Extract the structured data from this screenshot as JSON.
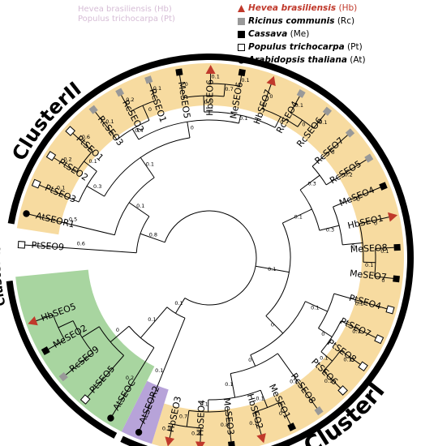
{
  "legend": [
    {
      "species": "Hevea brasiliensis",
      "abbr": "(Hb)",
      "marker": "triangle-icon",
      "color": "#c0392b"
    },
    {
      "species": "Ricinus communis",
      "abbr": "(Rc)",
      "marker": "gray-square-icon",
      "color": "#999999"
    },
    {
      "species": "Cassava",
      "abbr": "(Me)",
      "marker": "black-square-icon",
      "color": "#000000"
    },
    {
      "species": "Populus trichocarpa",
      "abbr": "(Pt)",
      "marker": "open-square-icon",
      "color": "#ffffff"
    },
    {
      "species": "Arabidopsis thaliana",
      "abbr": "(At)",
      "marker": "circle-icon",
      "color": "#000000"
    }
  ],
  "faded_header": [
    "Hevea brasiliensis (Hb)",
    "Populus trichocarpa (Pt)"
  ],
  "clusters": [
    {
      "name": "ClusterI",
      "color": "#f7dba0"
    },
    {
      "name": "ClusterII",
      "color": "#a8d5a0"
    },
    {
      "name": "ClusterIII",
      "color": "#b7a3d9"
    }
  ],
  "leaves": [
    {
      "label": "PtSEO9",
      "sp": "Pt"
    },
    {
      "label": "AtSEOR1",
      "sp": "At"
    },
    {
      "label": "PtSEO3",
      "sp": "Pt"
    },
    {
      "label": "PtSEO2",
      "sp": "Pt"
    },
    {
      "label": "PtSEO1",
      "sp": "Pt"
    },
    {
      "label": "RcSEO3",
      "sp": "Rc"
    },
    {
      "label": "RcSEO2",
      "sp": "Rc"
    },
    {
      "label": "RcSEO1",
      "sp": "Rc"
    },
    {
      "label": "MeSEO5",
      "sp": "Me"
    },
    {
      "label": "HbSEO6",
      "sp": "Hb"
    },
    {
      "label": "MeSEO6",
      "sp": "Me"
    },
    {
      "label": "HbSEO7",
      "sp": "Hb"
    },
    {
      "label": "RcSEO4",
      "sp": "Rc"
    },
    {
      "label": "RcSEO6",
      "sp": "Rc"
    },
    {
      "label": "RcSEO7",
      "sp": "Rc"
    },
    {
      "label": "RcSEO5",
      "sp": "Rc"
    },
    {
      "label": "MeSEO4",
      "sp": "Me"
    },
    {
      "label": "HbSEO1",
      "sp": "Hb"
    },
    {
      "label": "MeSEO8",
      "sp": "Me"
    },
    {
      "label": "MeSEO7",
      "sp": "Me"
    },
    {
      "label": "PtSEO4",
      "sp": "Pt"
    },
    {
      "label": "PtSEO7",
      "sp": "Pt"
    },
    {
      "label": "PtSEO8",
      "sp": "Pt"
    },
    {
      "label": "PtSEO6",
      "sp": "Pt"
    },
    {
      "label": "RcSEO8",
      "sp": "Rc"
    },
    {
      "label": "MeSEO1",
      "sp": "Me"
    },
    {
      "label": "HbSEO2",
      "sp": "Hb"
    },
    {
      "label": "MeSEO3",
      "sp": "Me"
    },
    {
      "label": "HbSEO4",
      "sp": "Hb"
    },
    {
      "label": "HbSEO3",
      "sp": "Hb"
    },
    {
      "label": "AtSEOR2",
      "sp": "At"
    },
    {
      "label": "AtSEOC",
      "sp": "At"
    },
    {
      "label": "PtSEO5",
      "sp": "Pt"
    },
    {
      "label": "RcSEO9",
      "sp": "Rc"
    },
    {
      "label": "MeSEO2",
      "sp": "Me"
    },
    {
      "label": "HbSEO5",
      "sp": "Hb"
    }
  ],
  "branch_labels": [
    "0.8",
    "0.6",
    "0.1",
    "0.5",
    "0.1",
    "0.3",
    "0.1",
    "0.1",
    "0.2",
    "0.6",
    "0",
    "0.4",
    "0.1",
    "0",
    "0.2",
    "0.1",
    "0.1",
    "0.1",
    "0",
    "0.7",
    "0.1",
    "0.1",
    "0",
    "0",
    "0",
    "0.1",
    "0.1",
    "0.1",
    "0.1",
    "0.3",
    "0",
    "0.2",
    "0.3",
    "0",
    "0",
    "0",
    "0.1",
    "0.1",
    "0",
    "0",
    "0.1",
    "0.1",
    "0",
    "0.1",
    "0.1",
    "0.1",
    "0.1",
    "0",
    "0.1",
    "0.1",
    "0.1",
    "0",
    "0.1",
    "0.1",
    "0.8",
    "0.7",
    "0.2",
    "0.1",
    "0.1",
    "0.1",
    "0.1",
    "0.2",
    "0"
  ]
}
